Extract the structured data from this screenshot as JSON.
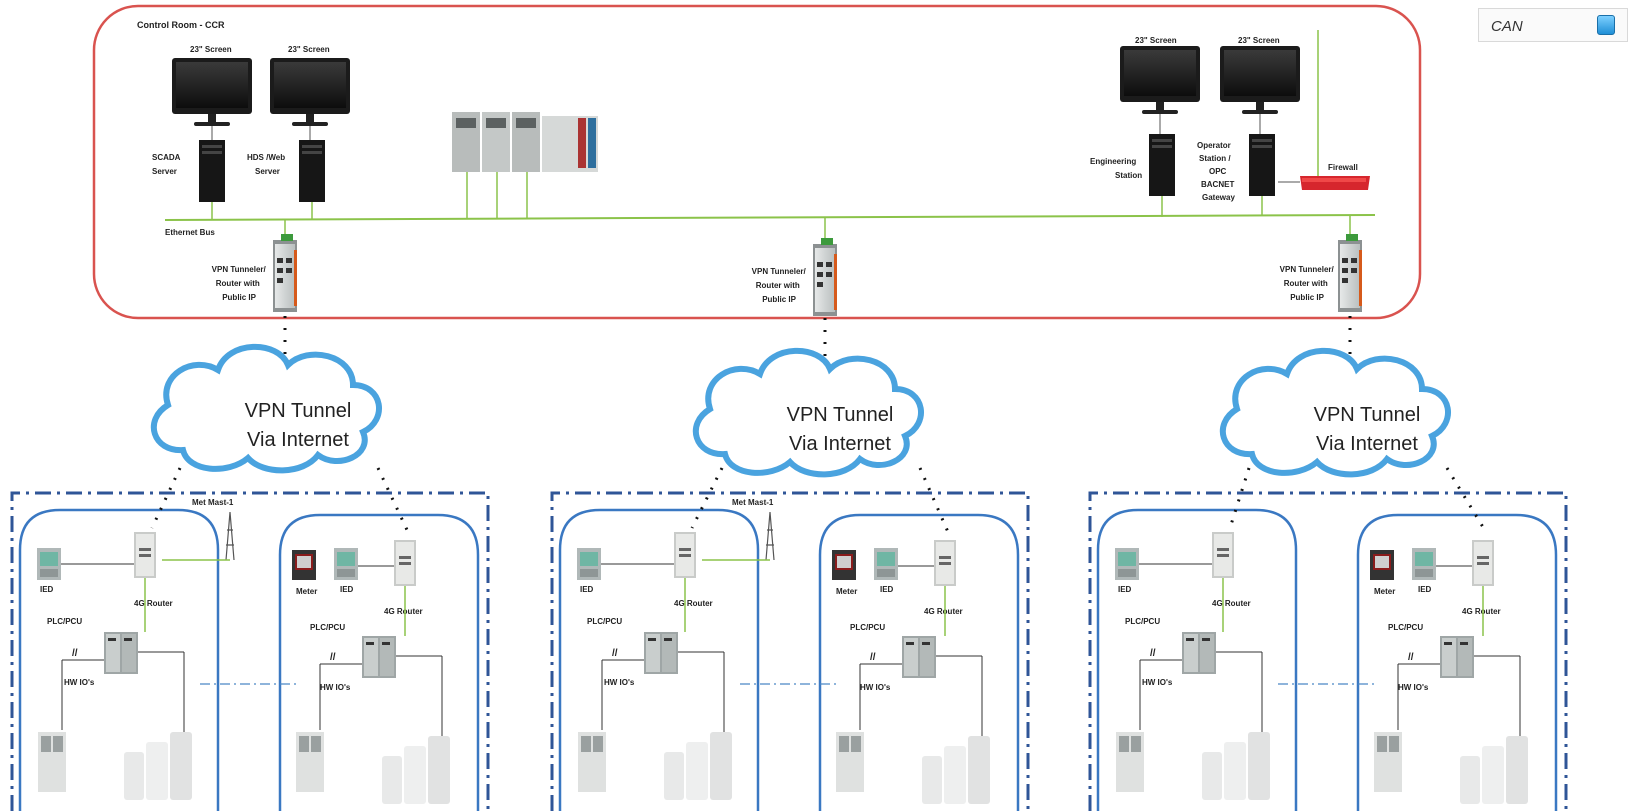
{
  "control_room": {
    "title": "Control Room - CCR",
    "screen_label": "23\" Screen",
    "scada_label": [
      "SCADA",
      "Server"
    ],
    "hds_label": [
      "HDS /Web",
      "Server"
    ],
    "eng_label": [
      "Engineering",
      "Station"
    ],
    "operator_label": [
      "Operator",
      "Station /",
      "OPC",
      "BACNET",
      "Gateway"
    ],
    "firewall_label": "Firewall",
    "bus_label": "Ethernet Bus",
    "vpn_router_label": [
      "VPN Tunneler/",
      "Router with",
      "Public IP"
    ]
  },
  "cloud": {
    "line1": "VPN Tunnel",
    "line2": "Via Internet"
  },
  "site": {
    "met_mast": "Met Mast-1",
    "ied": "IED",
    "meter": "Meter",
    "router_4g": "4G Router",
    "plc": "PLC/PCU",
    "hw_io": "HW IO's"
  },
  "legend": {
    "label": "CAN"
  },
  "colors": {
    "control_room_border": "#d9534f",
    "cloud_stroke": "#4aa3df",
    "site_border": "#3a78c2",
    "zone_dash": "#2f5597",
    "bus": "#8bc34a"
  }
}
